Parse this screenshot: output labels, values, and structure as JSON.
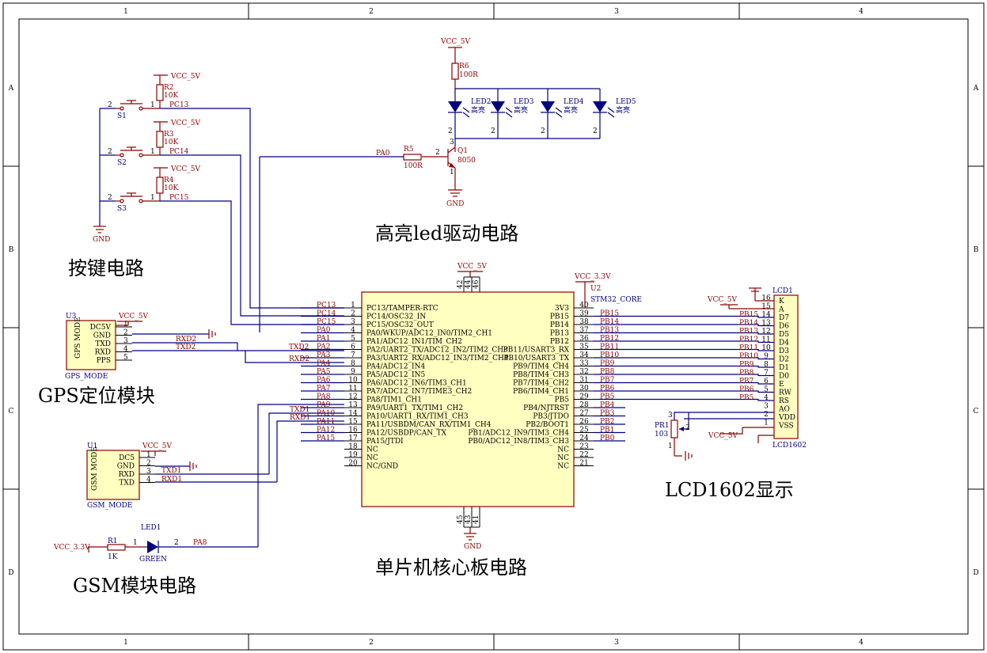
{
  "grid": {
    "cols": [
      "1",
      "2",
      "3",
      "4"
    ],
    "rows": [
      "A",
      "B",
      "C",
      "D"
    ]
  },
  "titles": {
    "led_drive": "高亮led驱动电路",
    "keys": "按键电路",
    "gps": "GPS定位模块",
    "core": "单片机核心板电路",
    "lcd": "LCD1602显示",
    "gsm": "GSM模块电路"
  },
  "power": {
    "vcc5": "VCC_5V",
    "vcc33": "VCC_3.3V",
    "gnd": "GND"
  },
  "keys": {
    "switches": [
      {
        "ref": "S1",
        "pin1": "1",
        "pin2": "2",
        "res": "R2",
        "val": "10K",
        "net": "PC13"
      },
      {
        "ref": "S2",
        "pin1": "1",
        "pin2": "2",
        "res": "R3",
        "val": "10K",
        "net": "PC14"
      },
      {
        "ref": "S3",
        "pin1": "1",
        "pin2": "2",
        "res": "R4",
        "val": "10K",
        "net": "PC15"
      }
    ]
  },
  "led_drive": {
    "r6_ref": "R6",
    "r6_val": "100R",
    "r5_ref": "R5",
    "r5_val": "100R",
    "q_ref": "Q1",
    "q_val": "8050",
    "q_pin1": "1",
    "q_pin2": "2",
    "q_pin3": "3",
    "net": "PA0",
    "leds": [
      {
        "ref": "LED2",
        "val": "高亮",
        "pin": "2"
      },
      {
        "ref": "LED3",
        "val": "高亮",
        "pin": "2"
      },
      {
        "ref": "LED4",
        "val": "高亮",
        "pin": "2"
      },
      {
        "ref": "LED5",
        "val": "高亮",
        "pin": "2"
      }
    ]
  },
  "gps": {
    "ref": "U3",
    "body": "GPS MODE",
    "name": "GPS_MODE",
    "pins": [
      {
        "label": "DC5V",
        "num": "1"
      },
      {
        "label": "GND",
        "num": "2"
      },
      {
        "label": "TXD",
        "num": "3"
      },
      {
        "label": "RXD",
        "num": "4"
      },
      {
        "label": "PPS",
        "num": "5"
      }
    ],
    "nets": [
      "RXD2",
      "TXD2"
    ]
  },
  "gsm": {
    "ref": "U1",
    "body": "GSM MODE",
    "name": "GSM_MODE",
    "pins": [
      {
        "label": "DC5",
        "num": "1"
      },
      {
        "label": "GND",
        "num": "2"
      },
      {
        "label": "RXD",
        "num": "3"
      },
      {
        "label": "TXD",
        "num": "4"
      }
    ],
    "nets": [
      "TXD1",
      "RXD1"
    ]
  },
  "status_led": {
    "r_ref": "R1",
    "r_val": "1K",
    "led_ref": "LED1",
    "led_val": "GREEN",
    "pin1": "1",
    "pin2": "2",
    "net": "PA8"
  },
  "core": {
    "ref": "U2",
    "name": "STM32_CORE",
    "top_pins": [
      {
        "num": "42",
        "label": "VCC_5V"
      },
      {
        "num": "44",
        "label": "VCC_5V"
      },
      {
        "num": "46",
        "label": "VCC_5V"
      }
    ],
    "bottom_pins": [
      {
        "num": "45",
        "label": "GND"
      },
      {
        "num": "43",
        "label": "GND"
      },
      {
        "num": "41",
        "label": "GND"
      }
    ],
    "left": [
      {
        "num": "1",
        "label": "PC13/TAMPER-RTC",
        "net": "PC13"
      },
      {
        "num": "2",
        "label": "PC14/OSC32_IN",
        "net": "PC14"
      },
      {
        "num": "3",
        "label": "PC15/OSC32_OUT",
        "net": "PC15"
      },
      {
        "num": "4",
        "label": "PA0/WKUP/ADC12_IN0/TIM2_CH1",
        "net": "PA0"
      },
      {
        "num": "5",
        "label": "PA1/ADC12_IN1/TIM_CH2",
        "net": "PA1"
      },
      {
        "num": "6",
        "label": "PA2/UART2_TX/ADC12_IN2/TIM2_CH3",
        "net": "PA2"
      },
      {
        "num": "7",
        "label": "PA3/UART2_RX/ADC12_IN3/TIM2_CH4",
        "net": "PA3"
      },
      {
        "num": "8",
        "label": "PA4/ADC12_IN4",
        "net": "PA4"
      },
      {
        "num": "9",
        "label": "PA5/ADC12_IN5",
        "net": "PA5"
      },
      {
        "num": "10",
        "label": "PA6/ADC12_IN6/TIM3_CH1",
        "net": "PA6"
      },
      {
        "num": "11",
        "label": "PA7/ADC12_IN7/TIME3_CH2",
        "net": "PA7"
      },
      {
        "num": "12",
        "label": "PA8/TIM1_CH1",
        "net": "PA8"
      },
      {
        "num": "13",
        "label": "PA9/UART1_TX/TIM1_CH2",
        "net": "PA9"
      },
      {
        "num": "14",
        "label": "PA10/UART1_RX/TIM1_CH3",
        "net": "PA10"
      },
      {
        "num": "15",
        "label": "PA11/USBDM/CAN_RX/TIM1_CH4",
        "net": "PA11"
      },
      {
        "num": "16",
        "label": "PA12/USBDP/CAN_TX",
        "net": "PA12"
      },
      {
        "num": "17",
        "label": "PA15/JTDI",
        "net": "PA15"
      },
      {
        "num": "18",
        "label": "NC",
        "net": ""
      },
      {
        "num": "19",
        "label": "NC",
        "net": ""
      },
      {
        "num": "20",
        "label": "NC/GND",
        "net": ""
      }
    ],
    "right": [
      {
        "num": "40",
        "label": "3V3",
        "net": ""
      },
      {
        "num": "39",
        "label": "PB15",
        "net": "PB15"
      },
      {
        "num": "38",
        "label": "PB14",
        "net": "PB14"
      },
      {
        "num": "37",
        "label": "PB13",
        "net": "PB13"
      },
      {
        "num": "36",
        "label": "PB12",
        "net": "PB12"
      },
      {
        "num": "35",
        "label": "PB11/USART3_RX",
        "net": "PB11"
      },
      {
        "num": "34",
        "label": "PB10/USART3_TX",
        "net": "PB10"
      },
      {
        "num": "33",
        "label": "PB9/TIM4_CH4",
        "net": "PB9"
      },
      {
        "num": "32",
        "label": "PB8/TIM4_CH3",
        "net": "PB8"
      },
      {
        "num": "31",
        "label": "PB7/TIM4_CH2",
        "net": "PB7"
      },
      {
        "num": "30",
        "label": "PB6/TIM4_CH1",
        "net": "PB6"
      },
      {
        "num": "29",
        "label": "PB5",
        "net": "PB5"
      },
      {
        "num": "28",
        "label": "PB4/NJTRST",
        "net": "PB4"
      },
      {
        "num": "27",
        "label": "PB3/JTDO",
        "net": "PB3"
      },
      {
        "num": "26",
        "label": "PB2/BOOT1",
        "net": "PB2"
      },
      {
        "num": "25",
        "label": "PB1/ADC12_IN9/TIM3_CH4",
        "net": "PB1"
      },
      {
        "num": "24",
        "label": "PB0/ADC12_IN8/TIM3_CH3",
        "net": "PB0"
      },
      {
        "num": "23",
        "label": "NC",
        "net": ""
      },
      {
        "num": "22",
        "label": "NC",
        "net": ""
      },
      {
        "num": "21",
        "label": "NC",
        "net": ""
      }
    ],
    "uart_nets_left": {
      "TXD2": "TXD2",
      "RXD2": "RXD2",
      "TXD1": "TXD1",
      "RXD1": "RXD1"
    }
  },
  "lcd": {
    "ref": "LCD1",
    "name": "LCD1602",
    "pins": [
      {
        "num": "16",
        "label": "K",
        "net": ""
      },
      {
        "num": "15",
        "label": "A",
        "net": ""
      },
      {
        "num": "14",
        "label": "D7",
        "net": "PB15"
      },
      {
        "num": "13",
        "label": "D6",
        "net": "PB14"
      },
      {
        "num": "12",
        "label": "D5",
        "net": "PB13"
      },
      {
        "num": "11",
        "label": "D4",
        "net": "PB12"
      },
      {
        "num": "10",
        "label": "D3",
        "net": "PB11"
      },
      {
        "num": "9",
        "label": "D2",
        "net": "PB10"
      },
      {
        "num": "8",
        "label": "D1",
        "net": "PB9"
      },
      {
        "num": "7",
        "label": "D0",
        "net": "PB8"
      },
      {
        "num": "6",
        "label": "E",
        "net": "PB7"
      },
      {
        "num": "5",
        "label": "RW",
        "net": "PB6"
      },
      {
        "num": "4",
        "label": "RS",
        "net": "PB5"
      },
      {
        "num": "3",
        "label": "AO",
        "net": ""
      },
      {
        "num": "2",
        "label": "VDD",
        "net": ""
      },
      {
        "num": "1",
        "label": "VSS",
        "net": ""
      }
    ],
    "pot_ref": "PR1",
    "pot_val": "103",
    "pot_pins": [
      "3",
      "2",
      "1"
    ]
  }
}
